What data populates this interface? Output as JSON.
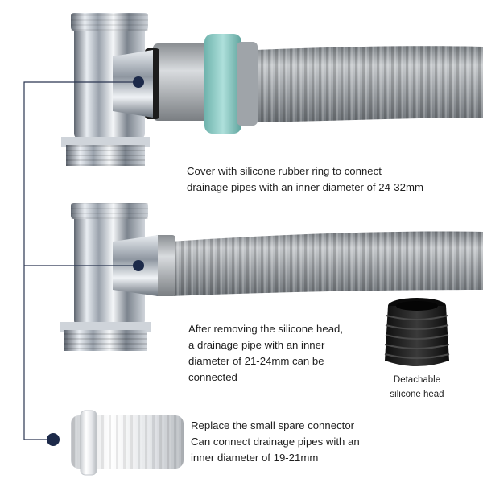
{
  "captions": {
    "silicone_ring": {
      "line1": "Cover with silicone rubber ring to connect",
      "line2": "drainage pipes with an inner diameter of 24-32mm"
    },
    "removed_head": {
      "line1": "After removing the silicone head,",
      "line2": "a drainage pipe with an inner",
      "line3": "diameter of 21-24mm can be",
      "line4": "connected"
    },
    "spare_connector": {
      "line1": "Replace the small spare connector",
      "line2": "Can connect drainage pipes with an",
      "line3": "inner diameter of 19-21mm"
    },
    "detachable_head": {
      "line1": "Detachable",
      "line2": "silicone head"
    }
  },
  "colors": {
    "callout_dot": "#1d2a4a",
    "callout_line": "#2a3550",
    "pipe_gray": "#a9adb2",
    "ring_teal": "#8fc9c4",
    "silicone_black": "#1b1b1b"
  }
}
